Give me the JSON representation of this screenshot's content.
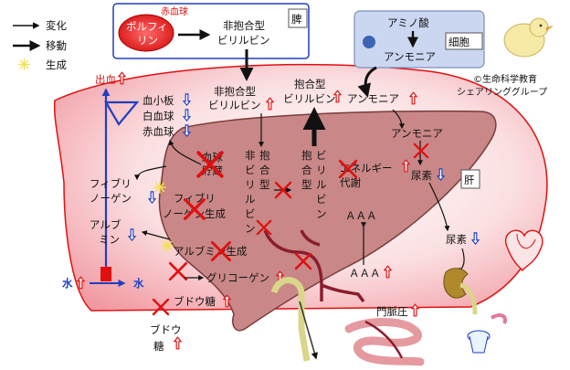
{
  "legend": {
    "change": "変化",
    "move": "移動",
    "generate": "生成"
  },
  "spleen_box": {
    "title": "脾",
    "rbc_label": "赤血球",
    "porphyrin": [
      "ポルフィ",
      "リン"
    ],
    "unconjugated": [
      "非抱合型",
      "ビリルビン"
    ]
  },
  "cell_box": {
    "title": "細胞",
    "amino_acid": "アミノ酸",
    "ammonia": "アンモニア"
  },
  "credit": [
    "©生命科学教育",
    "シェアリンググループ"
  ],
  "labels": {
    "bleeding": "出血",
    "platelets": "血小板",
    "wbc": "白血球",
    "rbc": "赤血球",
    "blood_storage": [
      "血球",
      "貯蔵"
    ],
    "fibrinogen": [
      "フィブリ",
      "ノーゲン"
    ],
    "fibrinogen_synthesis": [
      "フィブリ",
      "ノーゲン生成"
    ],
    "albumin": [
      "アルブ",
      "ミン"
    ],
    "albumin_synthesis": "アルブミン生成",
    "water_in": "水",
    "water_out": "水",
    "glycogen": "グリコーゲン",
    "glucose_liver": "ブドウ糖",
    "glucose_blood": [
      "ブドウ",
      "糖"
    ],
    "unconj_blood": [
      "非抱合型",
      "ビリルビン"
    ],
    "conj_blood": [
      "抱合型",
      "ビリルビン"
    ],
    "ammonia_blood": "アンモニア",
    "ammonia_liver": "アンモニア",
    "urea_liver": "尿素",
    "urea_blood": "尿素",
    "liver": "肝",
    "unconj_liver": [
      "非",
      "抱",
      "合",
      "型",
      "ビ",
      "リ",
      "ル",
      "ビ",
      "ン"
    ],
    "conj_liver": [
      "抱",
      "合",
      "型",
      "ビ",
      "リ",
      "ル",
      "ビ",
      "ン"
    ],
    "energy_metabolism": [
      "エネルギー",
      "代謝"
    ],
    "aaa_liver": "ＡＡＡ",
    "aaa_blood": "ＡＡＡ",
    "portal_pressure": "門脈圧"
  },
  "colors": {
    "red": "#e01010",
    "blue": "#1f3fbf",
    "liver_fill": "#c98787",
    "body_fill": "#f7c9cc"
  }
}
